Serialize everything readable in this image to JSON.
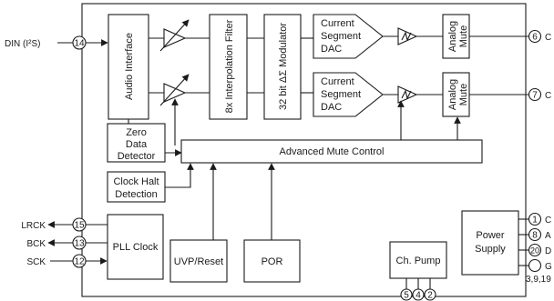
{
  "blocks": {
    "audio_interface": "Audio Interface",
    "interpolation_filter": "8x Interpolation Filter",
    "modulator": "32 bit ΔΣ Modulator",
    "dac": [
      "Current",
      "Segment",
      "DAC"
    ],
    "analog_mute": [
      "Analog",
      "Mute"
    ],
    "zero_detector": [
      "Zero",
      "Data",
      "Detector"
    ],
    "advanced_mute": "Advanced Mute Control",
    "clock_halt": [
      "Clock Halt",
      "Detection"
    ],
    "pll_clock": "PLL Clock",
    "uvp_reset": "UVP/Reset",
    "por": "POR",
    "charge_pump": "Ch. Pump",
    "power_supply": [
      "Power",
      "Supply"
    ]
  },
  "signals": {
    "din": "DIN (I²S)",
    "lrck": "LRCK",
    "bck": "BCK",
    "sck": "SCK"
  },
  "pins": {
    "din": "14",
    "out1": "6",
    "out2": "7",
    "lrck": "15",
    "bck": "13",
    "sck": "12",
    "p1": "1",
    "p8": "8",
    "p20": "20",
    "p5": "5",
    "p4": "4",
    "p2": "2"
  },
  "right_labels": {
    "out1": "C",
    "out2": "C",
    "p1": "C",
    "p8": "A",
    "p20": "D",
    "gnd": "G",
    "gnd_pins": "3,9,19"
  },
  "colors": {
    "line": "#1a1a1a",
    "background": "#ffffff"
  }
}
